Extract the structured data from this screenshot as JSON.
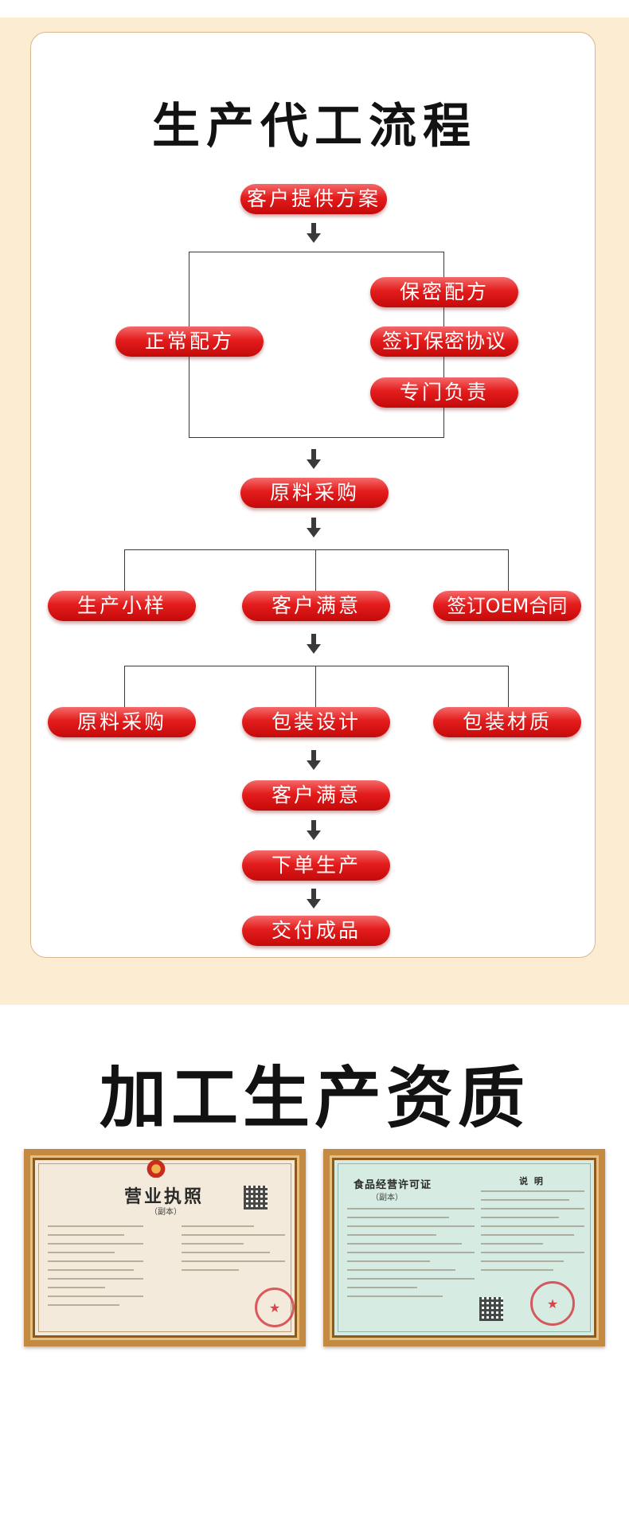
{
  "flow": {
    "title": "生产代工流程",
    "steps": {
      "s1": "客户提供方案",
      "normal": "正常配方",
      "secret": "保密配方",
      "nda": "签订保密协议",
      "dedicated": "专门负责",
      "raw1": "原料采购",
      "sample": "生产小样",
      "satisfied1": "客户满意",
      "oem": "签订OEM合同",
      "raw2": "原料采购",
      "design": "包装设计",
      "material": "包装材质",
      "satisfied2": "客户满意",
      "order": "下单生产",
      "deliver": "交付成品"
    }
  },
  "qualification": {
    "title": "加工生产资质",
    "cert1": {
      "title": "营业执照",
      "subtitle": "（副本）"
    },
    "cert2": {
      "title": "食品经营许可证",
      "subtitle": "（副本）",
      "notes_title": "说  明"
    }
  },
  "colors": {
    "accent": "#e41c1c",
    "section_bg": "#fcecd2",
    "card_border": "#d9b78c",
    "frame": "#c58a42"
  }
}
